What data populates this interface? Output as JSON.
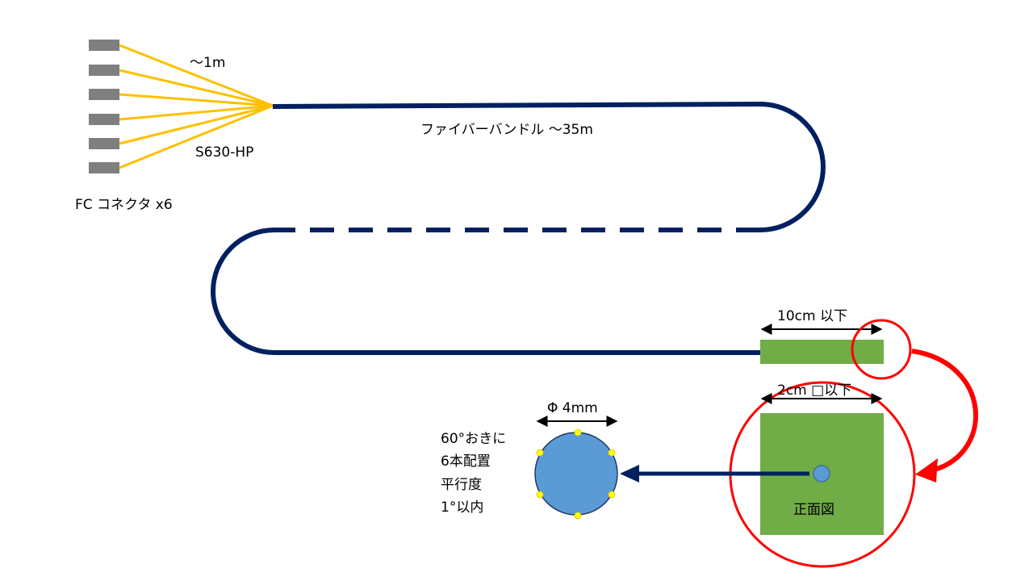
{
  "labels": {
    "fanout_length": "〜1m",
    "fiber_type": "S630-HP",
    "connectors": "FC コネクタ x6",
    "bundle": "ファイバーバンドル 〜35m",
    "head_length": "10cm 以下",
    "head_cross_section": "2cm □以下",
    "front_view": "正面図",
    "diameter": "Φ 4mm",
    "note_lines": [
      "60°おきに",
      "6本配置",
      "平行度",
      "1°以内"
    ]
  },
  "colors": {
    "connector": "#7f7f7f",
    "fanout_fiber": "#ffc000",
    "bundle": "#002060",
    "head": "#70ad47",
    "highlight": "#ff0000",
    "core": "#5b9bd5",
    "fiber_dot": "#ffff00"
  },
  "connector_count": 6,
  "fibers_around_core": 6
}
